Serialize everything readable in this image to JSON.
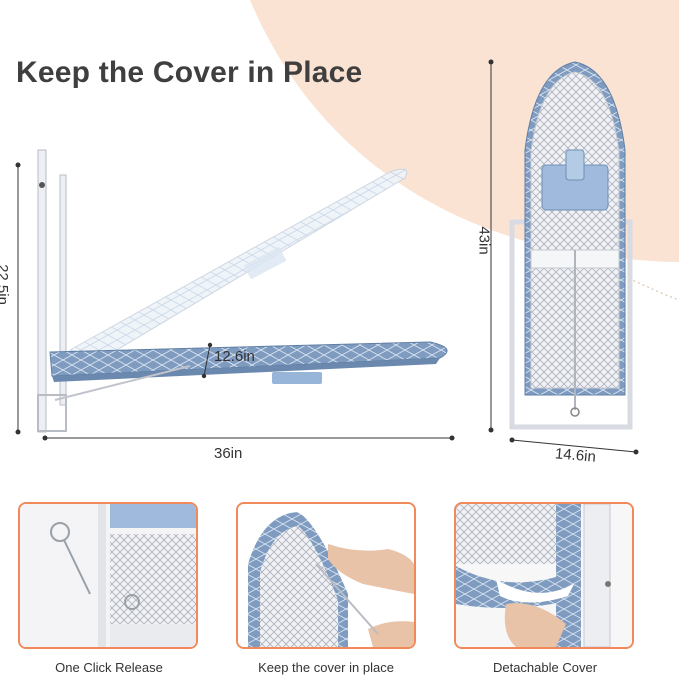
{
  "title": "Keep the Cover in Place",
  "dimensions": {
    "height_wall": "22.5in",
    "width_board": "12.6in",
    "length_board": "36in",
    "height_folded": "43in",
    "width_folded": "14.6in"
  },
  "features": [
    {
      "caption": "One Click Release"
    },
    {
      "caption": "Keep the cover in place"
    },
    {
      "caption": "Detachable  Cover"
    }
  ],
  "colors": {
    "accent": "#f08a5a",
    "peach": "#fbe3d4",
    "board_blue": "#7f9cc0",
    "frame": "#e8e8ec"
  }
}
